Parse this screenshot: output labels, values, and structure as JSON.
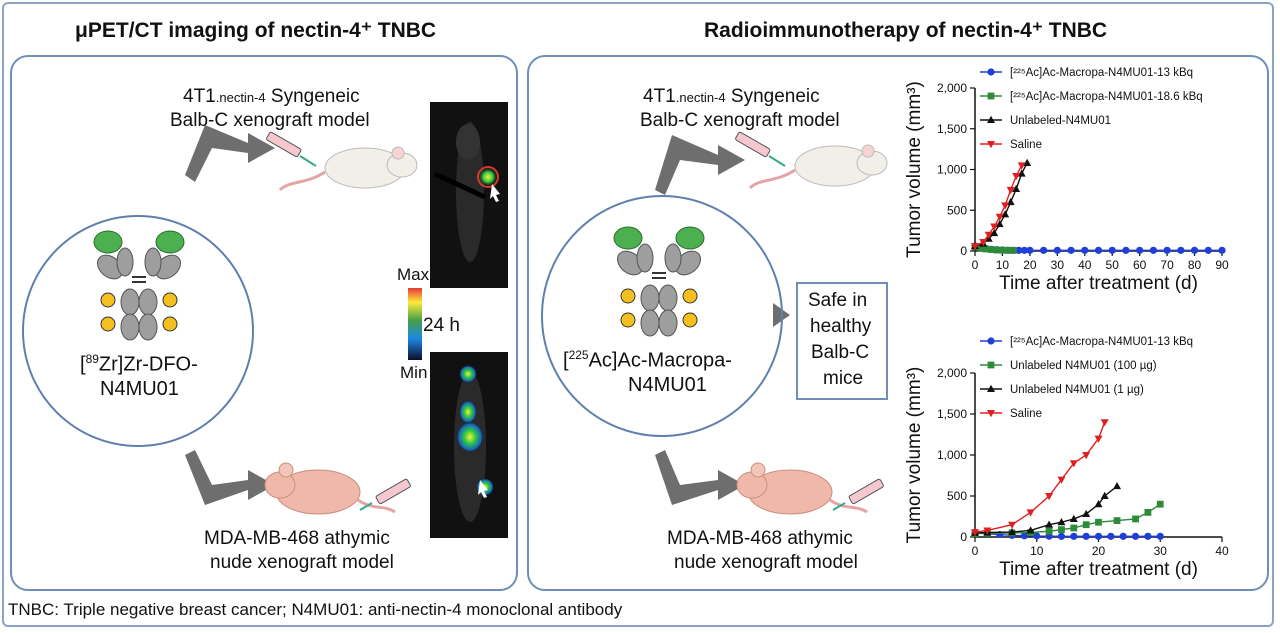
{
  "left_section": {
    "title": "μPET/CT imaging of nectin-4⁺ TNBC",
    "top_model_prefix": "4T1",
    "top_model_sub": ".nectin-4",
    "top_model_suffix": " Syngeneic",
    "top_model_line2": "Balb-C xenograft model",
    "antibody_sup": "89",
    "antibody_line1_pre": "[",
    "antibody_line1_post": "Zr]Zr-DFO-",
    "antibody_line2": "N4MU01",
    "bottom_model_line1": "MDA-MB-468 athymic",
    "bottom_model_line2": "nude xenograft model",
    "colorbar_max": "Max",
    "colorbar_min": "Min",
    "timepoint": "24 h"
  },
  "right_section": {
    "title": "Radioimmunotherapy of nectin-4⁺ TNBC",
    "top_model_prefix": "4T1",
    "top_model_sub": ".nectin-4",
    "top_model_suffix": " Syngeneic",
    "top_model_line2": "Balb-C xenograft model",
    "antibody_sup": "225",
    "antibody_line1_pre": "[",
    "antibody_line1_post": "Ac]Ac-Macropa-",
    "antibody_line2": "N4MU01",
    "safe_line1": "Safe in",
    "safe_line2": "healthy",
    "safe_line3": "Balb-C",
    "safe_line4": "mice",
    "bottom_model_line1": "MDA-MB-468 athymic",
    "bottom_model_line2": "nude xenograft model"
  },
  "footnote": "TNBC: Triple negative breast cancer; N4MU01: anti-nectin-4 monoclonal antibody",
  "chart_data": [
    {
      "type": "line",
      "xlabel": "Time after treatment (d)",
      "ylabel": "Tumor volume (mm³)",
      "xlim": [
        0,
        90
      ],
      "ylim": [
        0,
        2000
      ],
      "xticks": [
        "0",
        "10",
        "20",
        "30",
        "40",
        "50",
        "60",
        "70",
        "80",
        "90"
      ],
      "yticks": [
        "0",
        "500",
        "1,000",
        "1,500",
        "2,000"
      ],
      "series": [
        {
          "name": "[²²⁵Ac]Ac-Macropa-N4MU01-13 kBq",
          "color": "#1f3fd6",
          "marker": "circle",
          "x": [
            0,
            2,
            4,
            6,
            8,
            10,
            12,
            14,
            16,
            18,
            20,
            25,
            30,
            35,
            40,
            45,
            50,
            55,
            60,
            65,
            70,
            75,
            80,
            85,
            90
          ],
          "y": [
            60,
            40,
            30,
            20,
            15,
            12,
            10,
            8,
            8,
            8,
            8,
            8,
            8,
            8,
            8,
            8,
            8,
            8,
            8,
            8,
            8,
            8,
            8,
            8,
            8
          ]
        },
        {
          "name": "[²²⁵Ac]Ac-Macropa-N4MU01-18.6 kBq",
          "color": "#2e8b3a",
          "marker": "square",
          "x": [
            0,
            2,
            4,
            6,
            8,
            10,
            12,
            14
          ],
          "y": [
            50,
            35,
            25,
            18,
            12,
            10,
            8,
            8
          ]
        },
        {
          "name": "Unlabeled-N4MU01",
          "color": "#111111",
          "marker": "triangle-up",
          "x": [
            0,
            3,
            5,
            7,
            9,
            11,
            13,
            15,
            17,
            19
          ],
          "y": [
            60,
            90,
            150,
            220,
            330,
            450,
            600,
            760,
            950,
            1080
          ]
        },
        {
          "name": "Saline",
          "color": "#e02020",
          "marker": "triangle-down",
          "x": [
            0,
            3,
            5,
            7,
            9,
            11,
            13,
            15,
            17
          ],
          "y": [
            60,
            110,
            200,
            300,
            420,
            560,
            750,
            920,
            1050
          ]
        }
      ]
    },
    {
      "type": "line",
      "xlabel": "Time after treatment (d)",
      "ylabel": "Tumor volume (mm³)",
      "xlim": [
        0,
        40
      ],
      "ylim": [
        0,
        2000
      ],
      "xticks": [
        "0",
        "10",
        "20",
        "30",
        "40"
      ],
      "yticks": [
        "0",
        "500",
        "1,000",
        "1,500",
        "2,000"
      ],
      "series": [
        {
          "name": "[²²⁵Ac]Ac-Macropa-N4MU01-13 kBq",
          "color": "#1f3fd6",
          "marker": "circle",
          "x": [
            0,
            2,
            4,
            6,
            8,
            10,
            12,
            14,
            16,
            18,
            20,
            22,
            24,
            26,
            28,
            30
          ],
          "y": [
            50,
            40,
            30,
            20,
            15,
            12,
            10,
            8,
            8,
            8,
            8,
            8,
            8,
            8,
            8,
            8
          ]
        },
        {
          "name": "Unlabeled N4MU01 (100 µg)",
          "color": "#2e8b3a",
          "marker": "square",
          "x": [
            0,
            2,
            6,
            9,
            12,
            14,
            16,
            18,
            20,
            23,
            26,
            28,
            30
          ],
          "y": [
            40,
            45,
            50,
            55,
            70,
            90,
            110,
            150,
            180,
            200,
            220,
            300,
            400
          ]
        },
        {
          "name": "Unlabeled N4MU01 (1 µg)",
          "color": "#111111",
          "marker": "triangle-up",
          "x": [
            0,
            2,
            6,
            9,
            12,
            14,
            16,
            18,
            20,
            21,
            23
          ],
          "y": [
            50,
            55,
            60,
            80,
            150,
            180,
            220,
            280,
            400,
            500,
            620
          ]
        },
        {
          "name": "Saline",
          "color": "#e02020",
          "marker": "triangle-down",
          "x": [
            0,
            2,
            6,
            9,
            12,
            14,
            16,
            18,
            20,
            21
          ],
          "y": [
            60,
            80,
            150,
            300,
            500,
            700,
            900,
            1000,
            1200,
            1400
          ]
        }
      ]
    }
  ]
}
